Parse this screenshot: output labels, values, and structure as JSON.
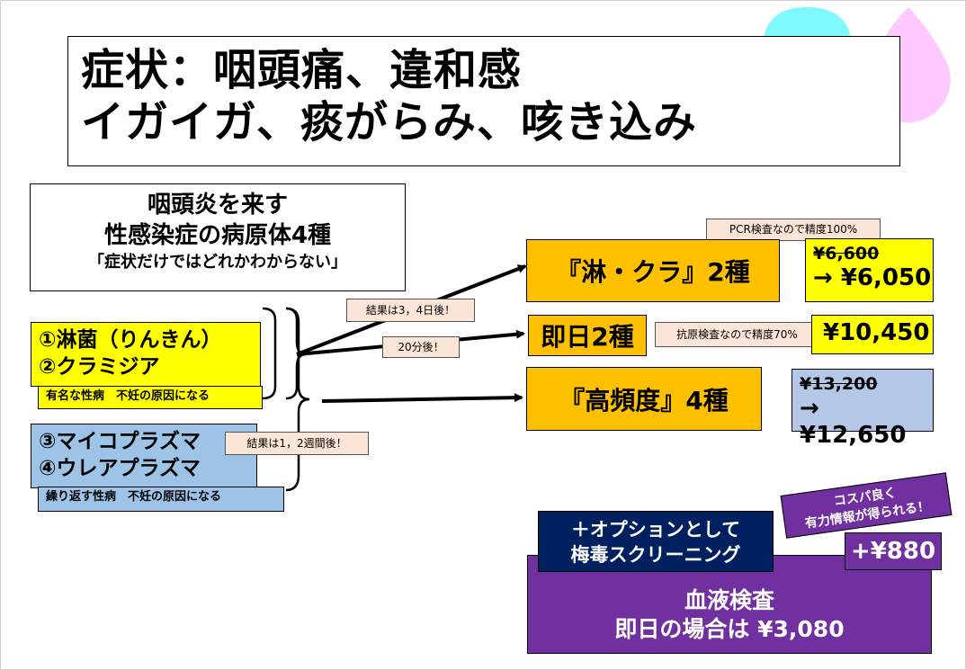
{
  "title": {
    "line1": "症状：咽頭痛、違和感",
    "line2": "イガイガ、痰がらみ、咳き込み"
  },
  "subtitle": {
    "line1": "咽頭炎を来す",
    "line2": "性感染症の病原体4種",
    "line3": "「症状だけではどれかわからない」"
  },
  "pathogens": {
    "group1": {
      "line1": "①淋菌（りんきん）",
      "line2": "②クラミジア",
      "note": "有名な性病　不妊の原因になる"
    },
    "group2": {
      "line1": "③マイコプラズマ",
      "line2": "④ウレアプラズマ",
      "note": "繰り返す性病　不妊の原因になる"
    }
  },
  "callouts": {
    "result_3_4": "結果は3，4日後！",
    "twenty_min": "20分後！",
    "result_1_2w": "結果は1，2週間後！",
    "pcr": "PCR検査なので精度100%",
    "antigen": "抗原検査なので精度70%"
  },
  "tests": {
    "rinkura": {
      "label": "『淋・クラ』2種",
      "old_price": "¥6,600",
      "new_price": "→ ¥6,050"
    },
    "sokujitsu": {
      "label": "即日2種",
      "price": "¥10,450"
    },
    "kouhindo": {
      "label": "『高頻度』4種",
      "old_price": "¥13,200",
      "new_price": "→ ¥12,650"
    }
  },
  "option": {
    "line1": "＋オプションとして",
    "line2": "梅毒スクリーニング",
    "tag_line1": "コスパ良く",
    "tag_line2": "有力情報が得られる！",
    "plus_price": "+¥880",
    "blood_line1": "血液検査",
    "blood_line2": "即日の場合は ¥3,080"
  },
  "colors": {
    "cyan_shape": "#7ff9ff",
    "pink_shape": "#ffc8ff",
    "yellow": "#ffff00",
    "blue": "#9dc3e6",
    "orange": "#ffc000",
    "purple": "#7030a0",
    "navy": "#002060"
  }
}
